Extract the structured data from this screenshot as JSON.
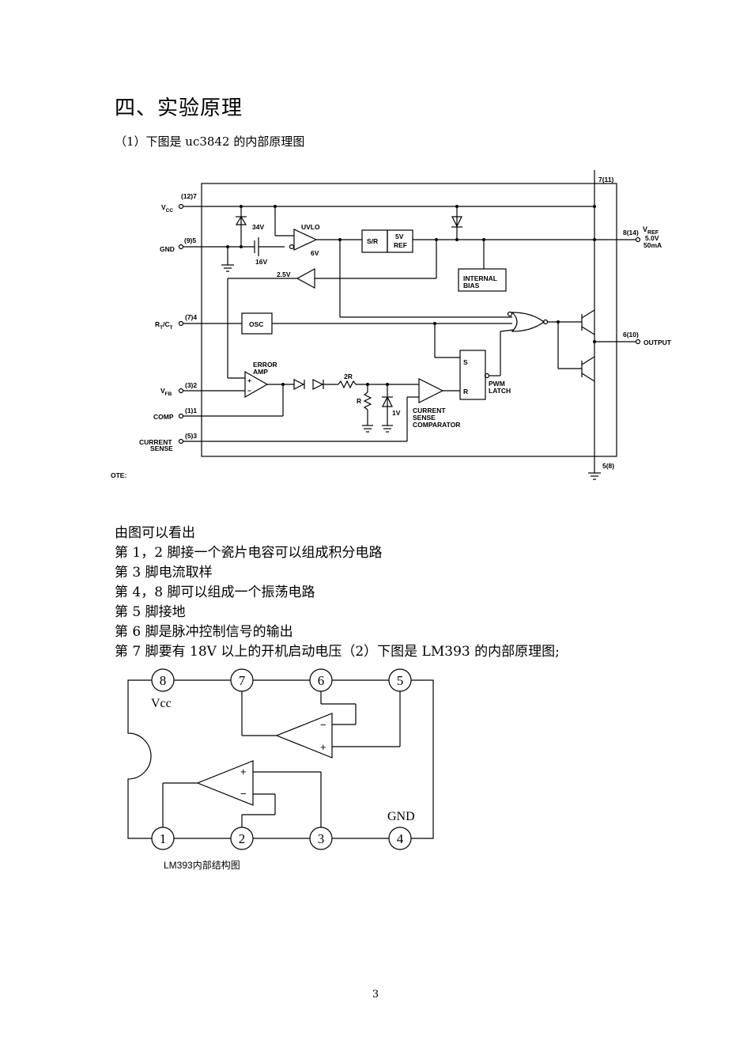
{
  "heading": "四、实验原理",
  "caption1": "（1）下图是 uc3842 的内部原理图",
  "uc3842": {
    "pins": {
      "vcc_num": "(12)7",
      "gnd_num": "(9)5",
      "rtct_num": "(7)4",
      "vfb_num": "(3)2",
      "comp_num": "(1)1",
      "cs_num": "(5)3",
      "top_num": "7(11)",
      "vref_num": "8(14)",
      "out_num": "6(10)",
      "bottom_num": "5(8)"
    },
    "labels": {
      "vcc": "V",
      "vcc_sub": "CC",
      "gnd": "GND",
      "rt": "R",
      "rt_sub": "T",
      "slash": "/C",
      "ct_sub": "T",
      "vfb": "V",
      "vfb_sub": "FB",
      "comp": "COMP",
      "cs1": "CURRENT",
      "cs2": "SENSE",
      "vref": "V",
      "vref_sub": "REF",
      "vref_v": "5.0V",
      "vref_ma": "50mA",
      "output": "OUTPUT",
      "zener34": "34V",
      "batt16": "16V",
      "uvlo": "UVLO",
      "uvlo6": "6V",
      "sr": "S/R",
      "ref1": "5V",
      "ref2": "REF",
      "bias1": "INTERNAL",
      "bias2": "BIAS",
      "v25": "2.5V",
      "osc": "OSC",
      "err1": "ERROR",
      "err2": "AMP",
      "r2r": "2R",
      "r": "R",
      "v1": "1V",
      "cmp1": "CURRENT",
      "cmp2": "SENSE",
      "cmp3": "COMPARATOR",
      "latch_s": "S",
      "latch_r": "R",
      "pwm1": "PWM",
      "pwm2": "LATCH",
      "plus": "+",
      "minus": "−",
      "note": "OTE:"
    }
  },
  "paragraphs": [
    "由图可以看出",
    "第 1，2 脚接一个瓷片电容可以组成积分电路",
    "第 3 脚电流取样",
    "第 4，8 脚可以组成一个振荡电路",
    "第 5 脚接地",
    "第 6 脚是脉冲控制信号的输出",
    "第 7 脚要有 18V 以上的开机启动电压（2）下图是 LM393 的内部原理图;"
  ],
  "lm393": {
    "pin8": "8",
    "pin7": "7",
    "pin6": "6",
    "pin5": "5",
    "pin1": "1",
    "pin2": "2",
    "pin3": "3",
    "pin4": "4",
    "vcc": "Vcc",
    "gnd": "GND",
    "plus": "+",
    "minus": "−",
    "caption": "LM393内部结构图"
  },
  "page_number": "3"
}
